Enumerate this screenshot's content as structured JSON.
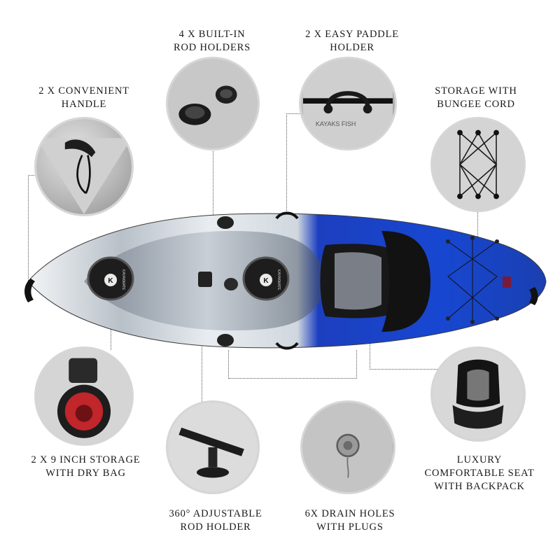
{
  "features": {
    "rod_holders": "4 X BUILT-IN\nROD HOLDERS",
    "paddle_holder": "2 X EASY PADDLE\nHOLDER",
    "handle": "2 X CONVENIENT\nHANDLE",
    "bungee": "STORAGE WITH\nBUNGEE CORD",
    "storage": "2 X 9 INCH STORAGE\nWITH DRY BAG",
    "adjustable_rod": "360° ADJUSTABLE\nROD HOLDER",
    "drain_holes": "6X DRAIN HOLES\nWITH PLUGS",
    "seat": "LUXURY\nCOMFORTABLE SEAT\nWITH BACKPACK"
  },
  "hatch_brand": "KAYAKMATE",
  "hatch_logo": "K",
  "colors": {
    "hull_blue": "#1646c8",
    "hull_white": "#e8eef3",
    "hull_grey": "#7c8796",
    "text": "#1a1a1a"
  },
  "icons": [
    "handle-icon",
    "rod-holder-icon",
    "paddle-holder-icon",
    "bungee-icon",
    "hatch-icon",
    "adjustable-rod-holder-icon",
    "drain-plug-icon",
    "seat-icon"
  ]
}
